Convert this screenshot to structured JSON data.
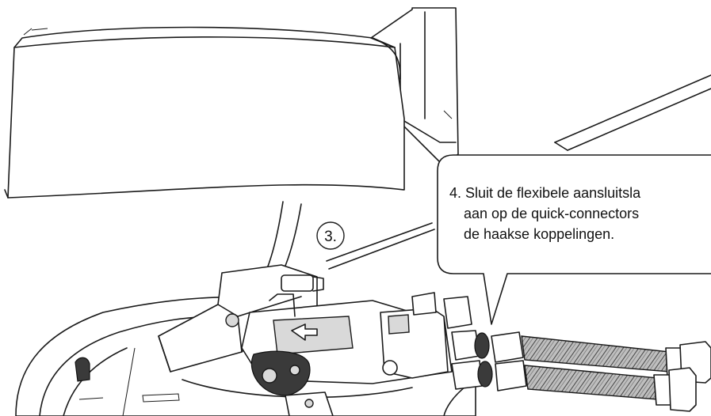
{
  "diagram": {
    "step3_label": "3.",
    "callout": {
      "lines": [
        "4. Sluit de flexibele aansluitsla",
        "aan op de quick-connectors",
        "de haakse koppelingen."
      ]
    }
  }
}
